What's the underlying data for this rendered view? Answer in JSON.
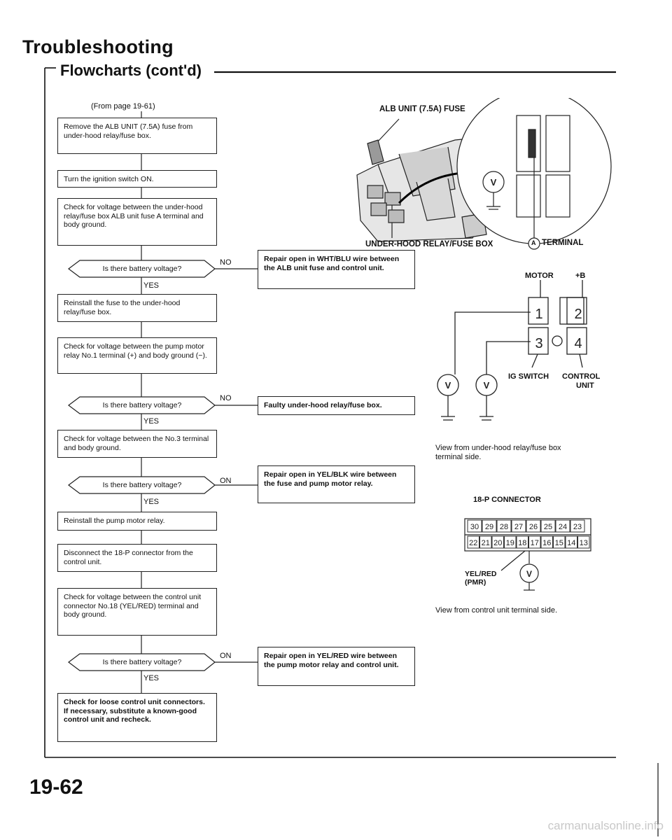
{
  "header": {
    "title": "Troubleshooting",
    "subtitle": "Flowcharts (cont'd)"
  },
  "flowchart": {
    "from_page": "(From page 19-61)",
    "steps": [
      "Remove the ALB UNIT (7.5A) fuse from under-hood relay/fuse box.",
      "Turn the ignition switch ON.",
      "Check for voltage between the under-hood relay/fuse box ALB unit fuse A terminal and body ground.",
      "Reinstall the fuse to the under-hood relay/fuse box.",
      "Check for voltage between the pump motor relay No.1 terminal (+) and body ground (−).",
      "Check for voltage between the No.3 terminal and body ground.",
      "Reinstall the pump motor relay.",
      "Disconnect the 18-P connector from the control unit.",
      "Check for voltage between the control unit connector No.18 (YEL/RED) terminal and body ground.",
      "Check for loose control unit connectors. If necessary, substitute a known-good control unit and recheck."
    ],
    "questions": [
      "Is there battery voltage?",
      "Is there battery voltage?",
      "Is there battery voltage?",
      "Is there battery voltage?"
    ],
    "yes_label": "YES",
    "branch_labels": [
      "NO",
      "NO",
      "ON",
      "ON"
    ],
    "branch_results": [
      "Repair open in WHT/BLU wire between the ALB unit fuse and control unit.",
      "Faulty under-hood relay/fuse box.",
      "Repair open in YEL/BLK wire between the fuse and pump motor relay.",
      "Repair open in YEL/RED wire between the pump motor relay and control unit."
    ]
  },
  "illustrations": {
    "fuse_box": {
      "fuse_label": "ALB UNIT (7.5A) FUSE",
      "box_label": "UNDER-HOOD RELAY/FUSE BOX",
      "terminal_label": "TERMINAL",
      "terminal_marker": "A"
    },
    "relay": {
      "motor_label": "MOTOR",
      "b_label": "+B",
      "ig_label": "IG SWITCH",
      "control_label": "CONTROL",
      "unit_label": "UNIT",
      "pin_labels": [
        "1",
        "2",
        "3",
        "4"
      ],
      "view_text_1": "View from under-hood relay/fuse box",
      "view_text_2": "terminal side."
    },
    "connector": {
      "title": "18-P CONNECTOR",
      "top_row": [
        "30",
        "29",
        "28",
        "27",
        "26",
        "25",
        "24",
        "23"
      ],
      "bottom_row": [
        "22",
        "21",
        "20",
        "19",
        "18",
        "17",
        "16",
        "15",
        "14",
        "13"
      ],
      "wire_label_1": "YEL/RED",
      "wire_label_2": "(PMR)",
      "view_text": "View from control unit terminal side."
    },
    "voltmeter_symbol": "V"
  },
  "footer": {
    "page_number": "19-62",
    "watermark": "carmanualsonline.info"
  }
}
